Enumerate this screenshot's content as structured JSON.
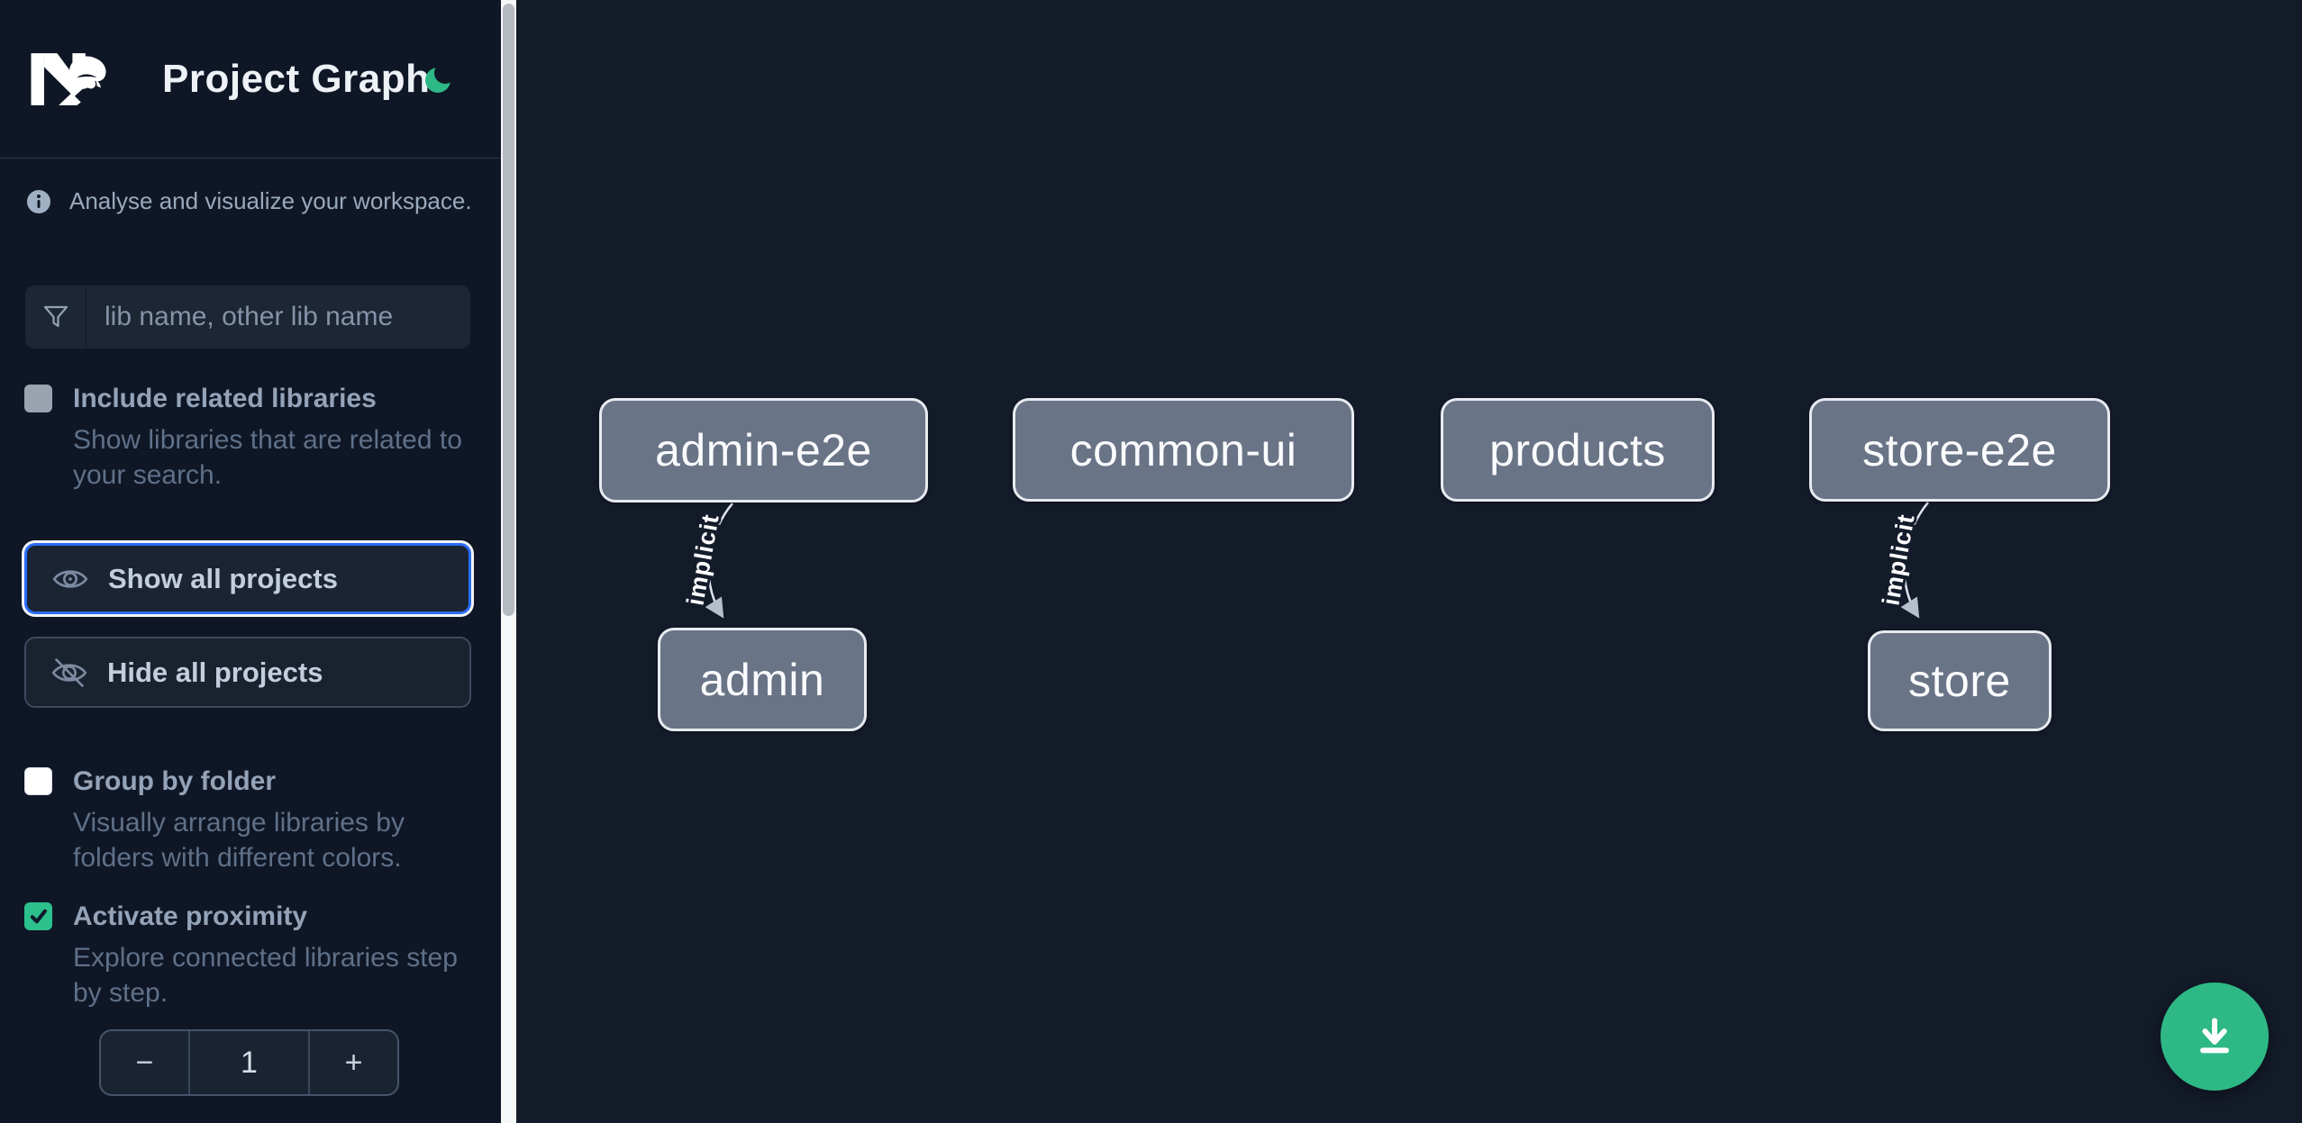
{
  "header": {
    "title": "Project Graph",
    "logo_icon": "nx-logo",
    "theme_icon": "moon-icon"
  },
  "sidebar": {
    "tagline": "Analyse and visualize your workspace.",
    "tagline_icon": "info-icon",
    "filter": {
      "icon": "funnel-icon",
      "placeholder": "lib name, other lib name",
      "value": ""
    },
    "toggles": [
      {
        "label": "Include related libraries",
        "description": "Show libraries that are related to your search.",
        "checked": false
      },
      {
        "label": "Group by folder",
        "description": "Visually arrange libraries by folders with different colors.",
        "checked": false
      },
      {
        "label": "Activate proximity",
        "description": "Explore connected libraries step by step.",
        "checked": true
      }
    ],
    "actions": [
      {
        "label": "Show all projects",
        "icon": "eye-icon",
        "state": "focused"
      },
      {
        "label": "Hide all projects",
        "icon": "eye-off-icon",
        "state": "default"
      }
    ],
    "proximity_depth": {
      "decrement": "−",
      "value": "1",
      "increment": "+"
    }
  },
  "graph": {
    "nodes": [
      {
        "label": "admin-e2e"
      },
      {
        "label": "common-ui"
      },
      {
        "label": "products"
      },
      {
        "label": "store-e2e"
      },
      {
        "label": "admin"
      },
      {
        "label": "store"
      }
    ],
    "edges": [
      {
        "from": "admin-e2e",
        "to": "admin",
        "label": "implicit"
      },
      {
        "from": "store-e2e",
        "to": "store",
        "label": "implicit"
      }
    ]
  },
  "fab": {
    "icon": "download-icon"
  },
  "colors": {
    "accent_green": "#2eb885",
    "checkbox_checked": "#2cc08c",
    "focus_blue": "#2a6df4",
    "node_fill": "#6a7487",
    "node_border": "#e7ebf0",
    "sidebar_bg": "#0f1726",
    "canvas_bg": "#131a28"
  }
}
